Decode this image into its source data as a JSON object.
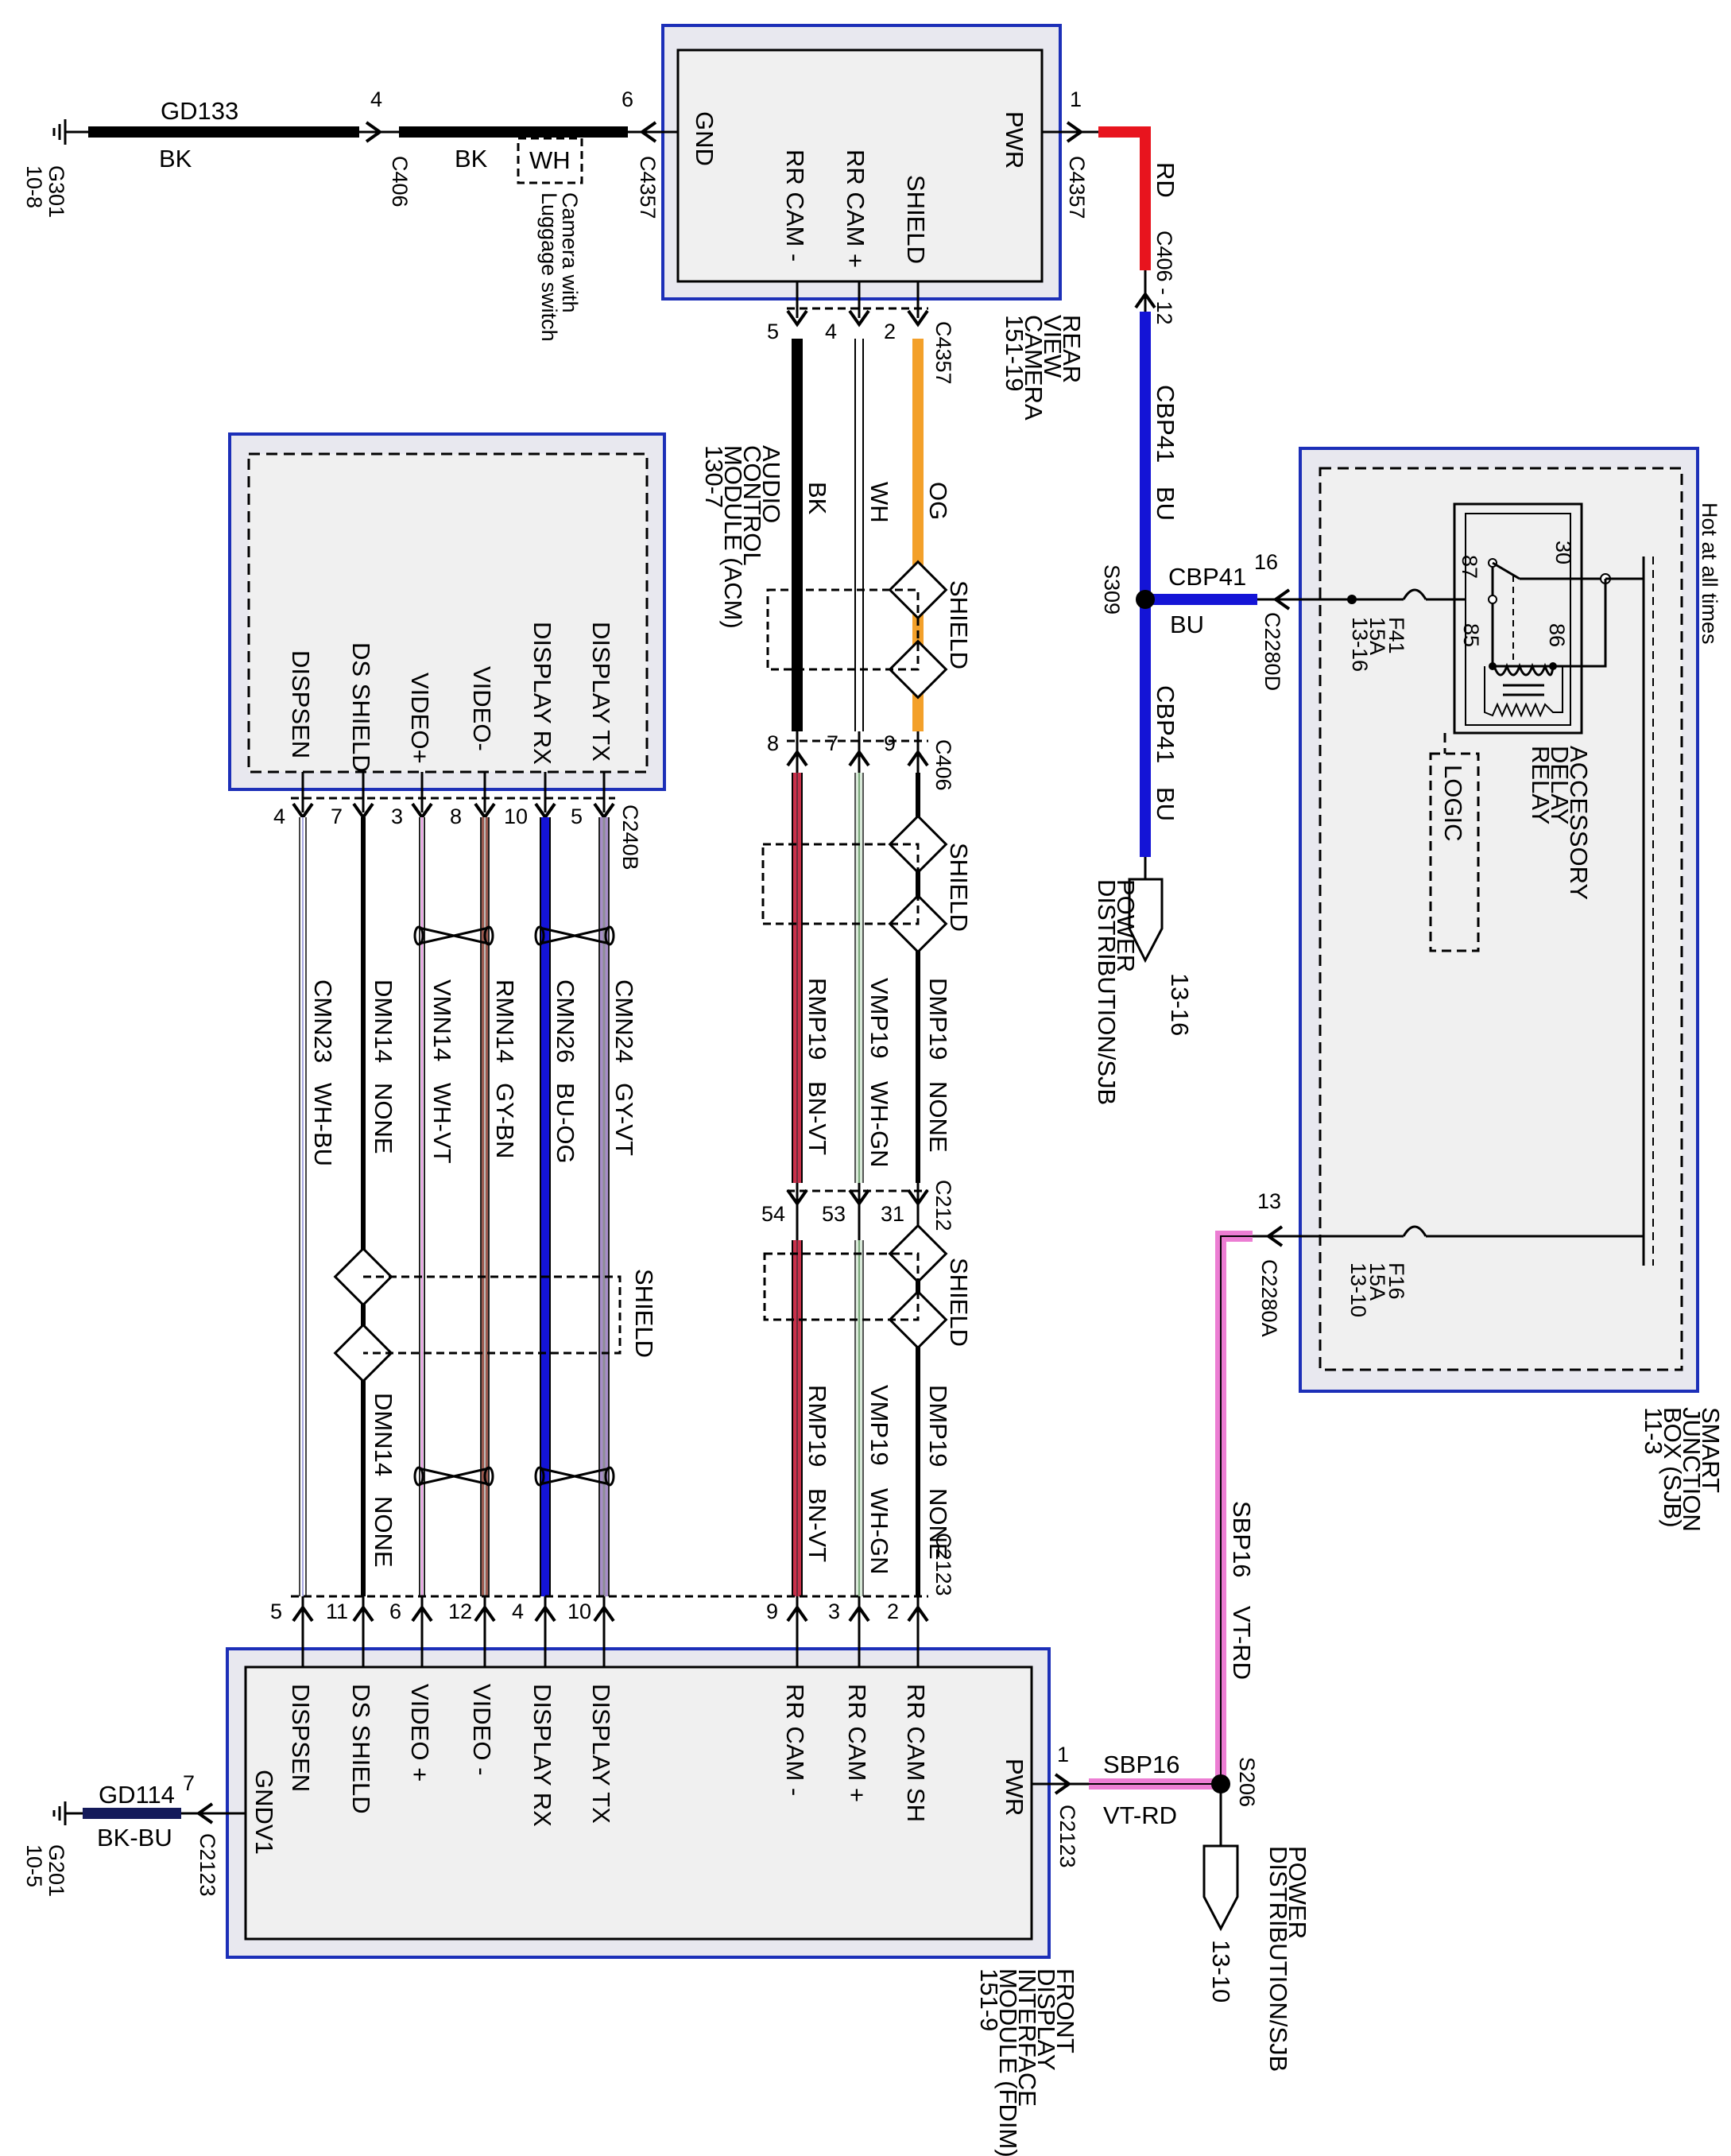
{
  "colors": {
    "black": "#000000",
    "red": "#e8141e",
    "blue": "#1414d6",
    "orange": "#f3a02a",
    "pink": "#ec7dd3",
    "brown": "#9c5a4f",
    "grey": "#8e8e96",
    "green": "#a3c9a3",
    "violet": "#a78ec8",
    "module_border": "#1c2fb8",
    "module_fill": "#f0f0f0",
    "navy": "#141a5a"
  },
  "ground_g301": {
    "id": "G301",
    "ref": "10-8"
  },
  "ground_g201": {
    "id": "G201",
    "ref": "10-5"
  },
  "wires": {
    "gd133": {
      "circuit": "GD133",
      "color": "BK"
    },
    "gd133_mid": {
      "color": "BK"
    },
    "gd114": {
      "circuit": "GD114",
      "color": "BK-BU"
    },
    "rd_feed": {
      "color": "RD"
    },
    "cbp41_top": {
      "circuit": "CBP41",
      "color": "BU"
    },
    "cbp41_sjb": {
      "circuit": "CBP41",
      "color": "BU"
    },
    "cbp41_bottom": {
      "circuit": "CBP41",
      "color": "BU"
    },
    "sbp16_vert": {
      "circuit": "SBP16",
      "color": "VT-RD"
    },
    "sbp16_horiz": {
      "circuit": "SBP16",
      "color": "VT-RD"
    },
    "cam_seg1": {
      "bk": "BK",
      "wh": "WH",
      "og": "OG"
    },
    "cam_seg2": {
      "rmp19": "RMP19",
      "rmp19_color": "BN-VT",
      "vmp19": "VMP19",
      "vmp19_color": "WH-GN",
      "dmp19": "DMP19",
      "dmp19_color": "NONE"
    },
    "cam_seg3": {
      "rmp19": "RMP19",
      "rmp19_color": "BN-VT",
      "vmp19": "VMP19",
      "vmp19_color": "WH-GN",
      "dmp19": "DMP19",
      "dmp19_color": "NONE"
    },
    "acm_bundle": {
      "cmn23": "CMN23",
      "cmn23_color": "WH-BU",
      "dmn14": "DMN14",
      "dmn14_color": "NONE",
      "vmn14": "VMN14",
      "vmn14_color": "WH-VT",
      "rmn14": "RMN14",
      "rmn14_color": "GY-BN",
      "cmn26": "CMN26",
      "cmn26_color": "BU-OG",
      "cmn24": "CMN24",
      "cmn24_color": "GY-VT"
    },
    "dmn14_lower": {
      "circuit": "DMN14",
      "color": "NONE"
    }
  },
  "connectors": {
    "c406_top": {
      "name": "C406",
      "pin": "4"
    },
    "c4357_gnd": {
      "name": "C4357",
      "pin": "6"
    },
    "c4357_pwr": {
      "name": "C4357",
      "pin": "1"
    },
    "c406_12": {
      "name": "C406 - 12"
    },
    "c4357_cam": {
      "name": "C4357",
      "pins": [
        "5",
        "4",
        "2"
      ]
    },
    "c406_mid": {
      "name": "C406",
      "pins": [
        "8",
        "7",
        "9"
      ]
    },
    "c212": {
      "name": "C212",
      "pins": [
        "54",
        "53",
        "31"
      ]
    },
    "c2123_top": {
      "name": "C2123",
      "pins": [
        "9",
        "3",
        "2"
      ]
    },
    "c240b": {
      "name": "C240B",
      "pins": [
        "4",
        "7",
        "3",
        "8",
        "10",
        "5"
      ]
    },
    "c2123_acm": {
      "pins": [
        "5",
        "11",
        "6",
        "12",
        "4",
        "10"
      ]
    },
    "c2280d": {
      "name": "C2280D",
      "pin": "16"
    },
    "c2280a": {
      "name": "C2280A",
      "pin": "13"
    },
    "c2123_pwr": {
      "name": "C2123",
      "pin": "1"
    },
    "c2123_gnd": {
      "name": "C2123",
      "pin": "7"
    }
  },
  "splices": {
    "s309": "S309",
    "s206": "S206"
  },
  "camera": {
    "gnd": "GND",
    "pwr": "PWR",
    "rr_cam_neg": "RR CAM -",
    "rr_cam_pos": "RR CAM +",
    "shield": "SHIELD",
    "title_lines": [
      "REAR",
      "VIEW",
      "CAMERA",
      "151-19"
    ]
  },
  "switch_box": {
    "label": "WH",
    "caption": [
      "Camera with",
      "Luggage switch"
    ]
  },
  "acm": {
    "title_lines": [
      "AUDIO",
      "CONTROL",
      "MODULE (ACM)",
      "130-7"
    ],
    "pins": [
      "DISPSEN",
      "DS SHIELD",
      "VIDEO+",
      "VIDEO-",
      "DISPLAY RX",
      "DISPLAY TX"
    ]
  },
  "fdim": {
    "title_lines": [
      "FRONT",
      "DISPLAY",
      "INTERFACE",
      "MODULE (FDIM)",
      "151-9"
    ],
    "pins": [
      "DISPSEN",
      "DS SHIELD",
      "VIDEO +",
      "VIDEO -",
      "DISPLAY RX",
      "DISPLAY TX",
      "RR CAM -",
      "RR CAM +",
      "RR CAM SH"
    ],
    "pwr": "PWR",
    "gnd": "GNDV1"
  },
  "sjb": {
    "hot_label": "Hot at all times",
    "title_lines": [
      "SMART",
      "JUNCTION",
      "BOX (SJB)",
      "11-3"
    ],
    "relay_lines": [
      "ACCESSORY",
      "DELAY",
      "RELAY"
    ],
    "relay_pins": {
      "p30": "30",
      "p87": "87",
      "p85": "85",
      "p86": "86"
    },
    "logic": "LOGIC",
    "fuse_f41": {
      "name": "F41",
      "amps": "15A",
      "ref": "13-16"
    },
    "fuse_f16": {
      "name": "F16",
      "amps": "15A",
      "ref": "13-10"
    }
  },
  "shield_label": "SHIELD",
  "power_dist_top": {
    "lines": [
      "POWER",
      "DISTRIBUTION/SJB"
    ],
    "ref": "13-16"
  },
  "power_dist_bottom": {
    "lines": [
      "POWER",
      "DISTRIBUTION/SJB"
    ],
    "ref": "13-10"
  }
}
